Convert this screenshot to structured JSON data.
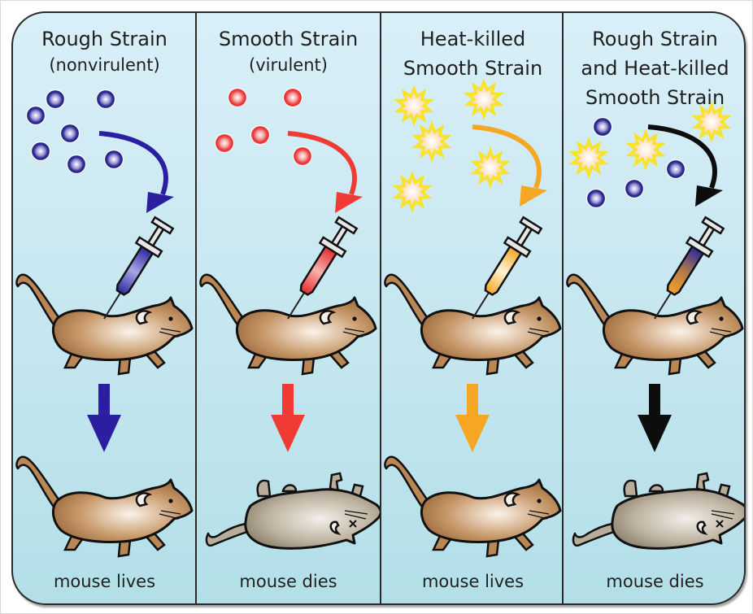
{
  "figure": {
    "description": "Griffith's experiment: injection of bacterial strains into mice",
    "panels": [
      {
        "id": "rough",
        "title_lines": [
          "Rough Strain"
        ],
        "subtitle": "(nonvirulent)",
        "particles": "rough-bacteria",
        "syringe_contents": "rough-bacteria",
        "accent_color": "#2b1ea0",
        "outcome": "mouse lives",
        "mouse_state": "alive"
      },
      {
        "id": "smooth",
        "title_lines": [
          "Smooth Strain"
        ],
        "subtitle": "(virulent)",
        "particles": "smooth-bacteria",
        "syringe_contents": "smooth-bacteria",
        "accent_color": "#ef3b33",
        "outcome": "mouse dies",
        "mouse_state": "dead"
      },
      {
        "id": "heat-killed",
        "title_lines": [
          "Heat-killed",
          "Smooth Strain"
        ],
        "subtitle": "",
        "particles": "heat-killed-bacteria",
        "syringe_contents": "heat-killed-bacteria",
        "accent_color": "#f5a623",
        "outcome": "mouse lives",
        "mouse_state": "alive"
      },
      {
        "id": "mixed",
        "title_lines": [
          "Rough Strain",
          "and Heat-killed",
          "Smooth Strain"
        ],
        "subtitle": "",
        "particles": "rough-and-heat-killed-bacteria",
        "syringe_contents": "mixed",
        "accent_color": "#0d0d0d",
        "outcome": "mouse dies",
        "mouse_state": "dead"
      }
    ],
    "colors": {
      "rough_bacteria": "#2a2a8c",
      "smooth_bacteria": "#e8393a",
      "heat_killed_star": "#f7e32b",
      "heat_killed_core": "#f9c79a",
      "live_mouse": "#b98654",
      "dead_mouse": "#b8ad9b",
      "background_top": "#d9eff8",
      "background_bottom": "#b3dfe8"
    }
  }
}
